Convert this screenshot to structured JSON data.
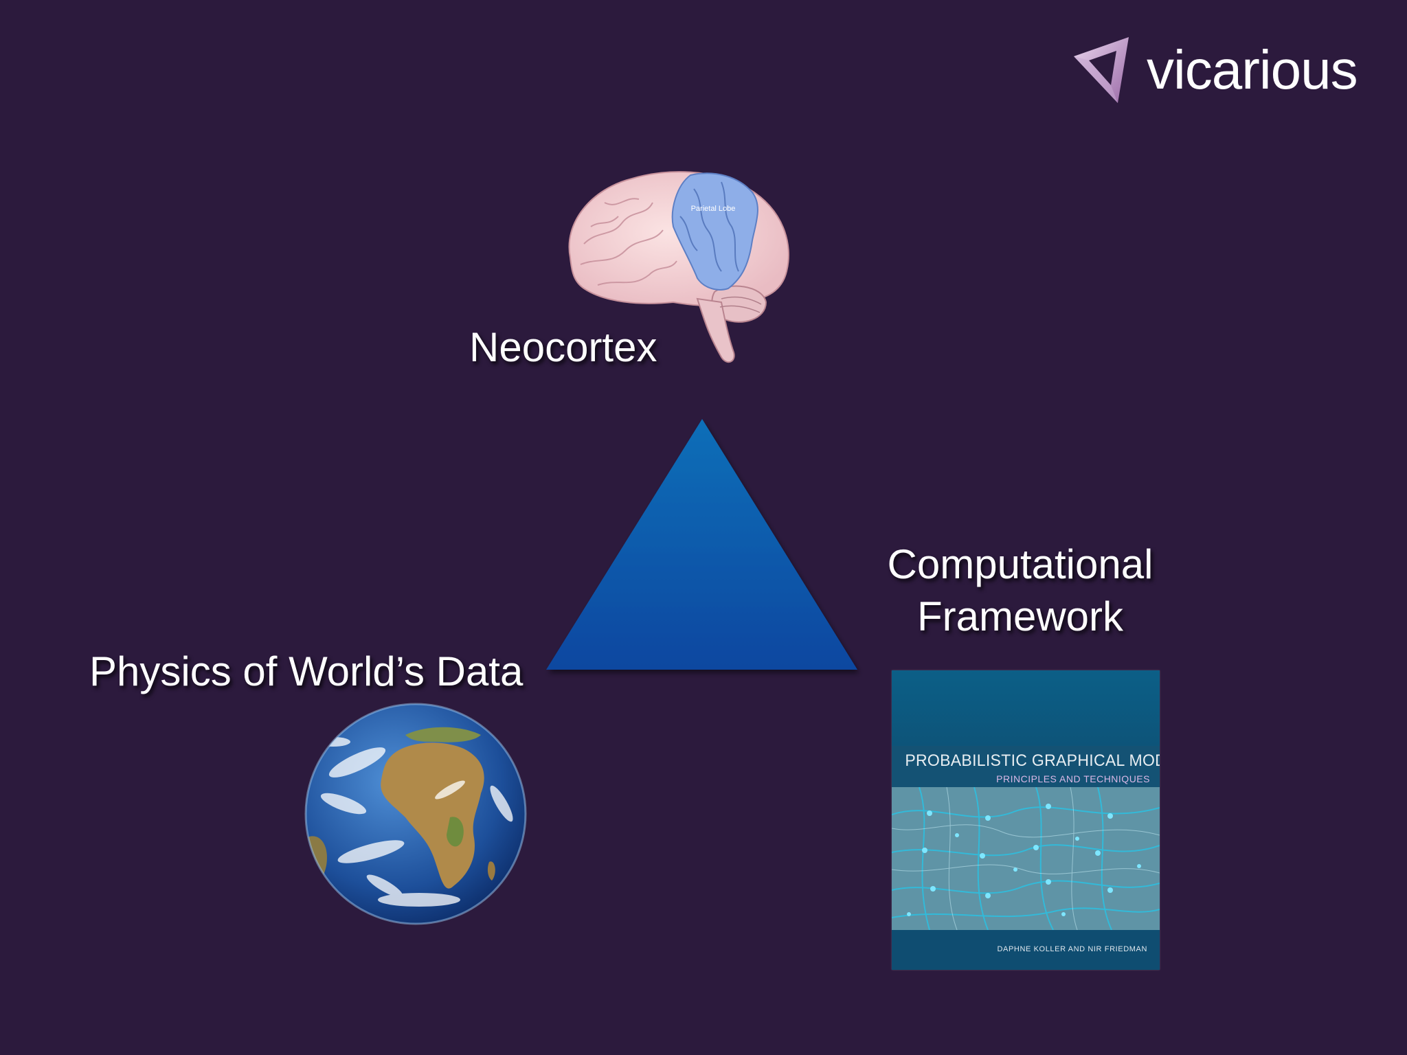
{
  "logo": {
    "wordmark": "vicarious"
  },
  "labels": {
    "neocortex": "Neocortex",
    "physics": "Physics of World’s Data",
    "computational_line1": "Computational",
    "computational_line2": "Framework"
  },
  "brain": {
    "region_label": "Parietal Lobe"
  },
  "book": {
    "title": "PROBABILISTIC GRAPHICAL MODELS",
    "subtitle": "PRINCIPLES AND TECHNIQUES",
    "authors": "DAPHNE KOLLER AND NIR FRIEDMAN"
  },
  "colors": {
    "background": "#2c1a3d",
    "triangle_top": "#0f6fb8",
    "triangle_bottom": "#0b47a0",
    "book": "#0f5a82",
    "brain_highlight": "#8eaee8"
  },
  "icons": [
    "vicarious-logo-icon",
    "brain-image",
    "earth-image",
    "book-cover-image"
  ]
}
